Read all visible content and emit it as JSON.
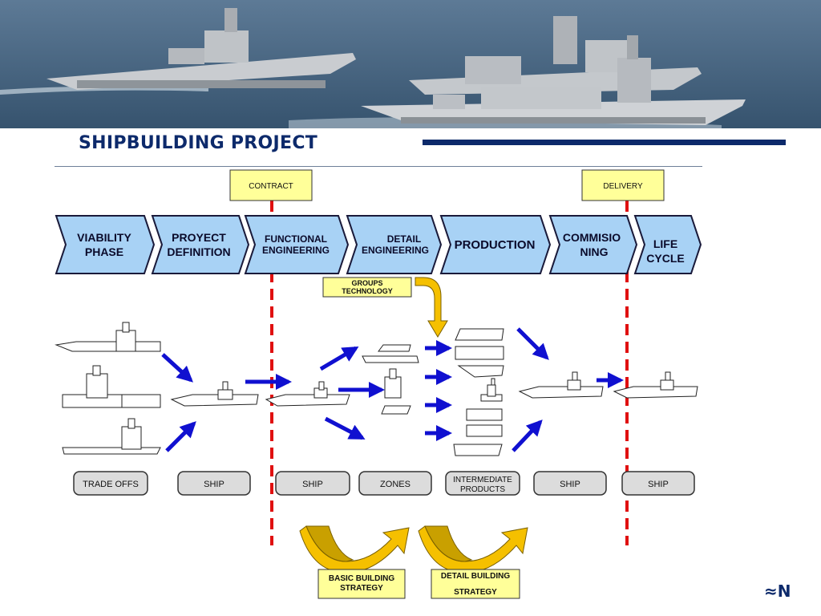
{
  "slide": {
    "title": "SHIPBUILDING PROJECT",
    "logo_text": "≈N"
  },
  "milestones": {
    "contract": "CONTRACT",
    "delivery": "DELIVERY"
  },
  "phases": [
    {
      "line1": "VIABILITY",
      "line2": "PHASE"
    },
    {
      "line1": "PROYECT",
      "line2": "DEFINITION"
    },
    {
      "line1": "FUNCTIONAL",
      "line2": "ENGINEERING"
    },
    {
      "line1": "DETAIL",
      "line2": "ENGINEERING"
    },
    {
      "line1": "PRODUCTION",
      "line2": ""
    },
    {
      "line1": "COMMISIO",
      "line2": "NING"
    },
    {
      "line1": "LIFE",
      "line2": "CYCLE"
    }
  ],
  "groups_technology": {
    "line1": "GROUPS",
    "line2": "TECHNOLOGY"
  },
  "stages": [
    {
      "line1": "TRADE OFFS",
      "line2": ""
    },
    {
      "line1": "SHIP",
      "line2": ""
    },
    {
      "line1": "SHIP",
      "line2": ""
    },
    {
      "line1": "ZONES",
      "line2": ""
    },
    {
      "line1": "INTERMEDIATE",
      "line2": "PRODUCTS"
    },
    {
      "line1": "SHIP",
      "line2": ""
    },
    {
      "line1": "SHIP",
      "line2": ""
    }
  ],
  "strategies": {
    "basic": {
      "line1": "BASIC BUILDING",
      "line2": "STRATEGY"
    },
    "detail": {
      "line1": "DETAIL BUILDING",
      "line2": "STRATEGY"
    }
  },
  "colors": {
    "phase_fill": "#a8d2f5",
    "milestone_fill": "#ffff99",
    "dashed_line": "#e01010",
    "flow_arrow": "#1010d0",
    "strategy_arrow": "#e0b000",
    "stage_fill": "#dcdcdc",
    "title": "#0d2a6b"
  }
}
